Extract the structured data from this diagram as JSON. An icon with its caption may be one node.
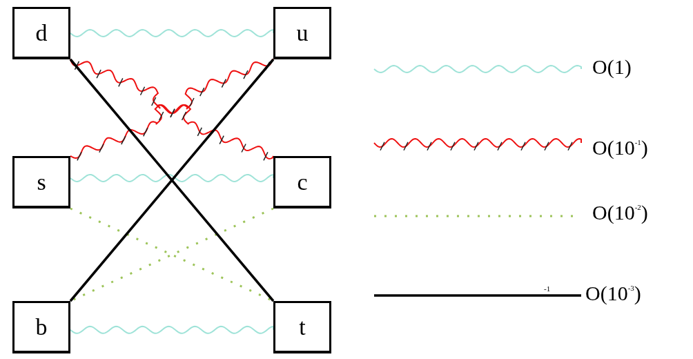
{
  "diagram": {
    "nodes": [
      {
        "text": [
          "d"
        ]
      },
      {
        "text": [
          "u"
        ]
      },
      {
        "text": [
          "s"
        ]
      },
      {
        "text": [
          "c"
        ]
      },
      {
        "text": [
          "b"
        ]
      },
      {
        "text": [
          "t"
        ]
      }
    ],
    "edges": [
      {
        "from": 0,
        "to": 1,
        "arrow": "none",
        "color": "#9fe3d8"
      },
      {
        "from": 2,
        "to": 3,
        "arrow": "none",
        "color": "#9fe3d8"
      },
      {
        "from": 4,
        "to": 5,
        "arrow": "none",
        "color": "#9fe3d8"
      },
      {
        "from": 0,
        "to": 1,
        "arrow": "none",
        "color": "#ee1111"
      },
      {
        "from": 2,
        "to": 3,
        "arrow": "none",
        "color": "#ee1111"
      },
      {
        "from": 2,
        "to": 5,
        "arrow": "none",
        "style": "dashed",
        "color": "#9dc45a"
      },
      {
        "from": 3,
        "to": 4,
        "arrow": "none",
        "style": "dashed",
        "color": "#9dc45a"
      },
      {
        "from": 0,
        "to": 5,
        "arrow": "none",
        "color": "#000000"
      },
      {
        "from": 1,
        "to": 4,
        "arrow": "none",
        "color": "#000000"
      }
    ],
    "labels": [
      "-1"
    ],
    "legend": [
      {
        "text": "O(1)"
      },
      {
        "text": "O(10$^{-1}$)"
      },
      {
        "text": "O(10$^{-2}$)"
      },
      {
        "text": "O(10$^{-3}$)"
      }
    ]
  }
}
